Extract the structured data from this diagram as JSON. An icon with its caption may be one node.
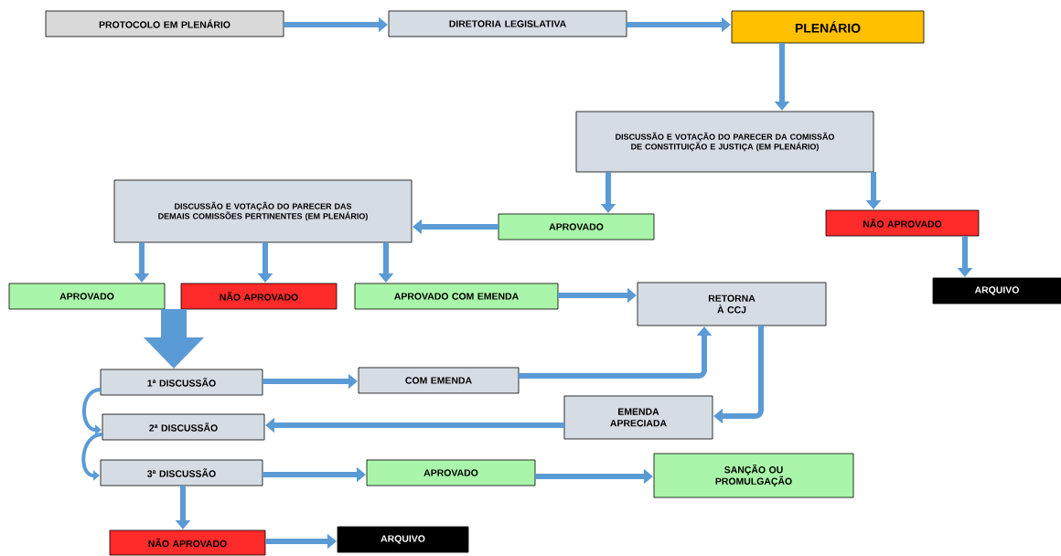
{
  "diagram": {
    "nodes": [
      {
        "text": [
          "PROTOCOLO EM PLENÁRIO"
        ]
      },
      {
        "text": [
          "DIRETORIA LEGISLATIVA"
        ]
      },
      {
        "text": [
          "PLENÁRIO"
        ]
      },
      {
        "text": [
          "DISCUSSÃO E VOTAÇÃO DO PARECER DA COMISSÃO DE CONSTITUIÇÃO E JUSTIÇA (EM PLENÁRIO)"
        ]
      },
      {
        "text": [
          "DISCUSSÃO E VOTAÇÃO DO PARECER DAS DEMAIS COMISSÕES PERTINENTES (EM PLENÁRIO)"
        ]
      },
      {
        "text": [
          "APROVADO"
        ]
      },
      {
        "text": [
          "NÃO APROVADO"
        ]
      },
      {
        "text": [
          "ARQUIVO"
        ]
      },
      {
        "text": [
          "APROVADO"
        ]
      },
      {
        "text": [
          "NÃO APROVADO"
        ]
      },
      {
        "text": [
          "APROVADO COM EMENDA"
        ]
      },
      {
        "text": [
          "RETORNA À CCJ"
        ]
      },
      {
        "text": [
          "1ª DISCUSSÃO"
        ]
      },
      {
        "text": [
          "COM EMENDA"
        ]
      },
      {
        "text": [
          "2ª DISCUSSÃO"
        ]
      },
      {
        "text": [
          "EMENDA APRECIADA"
        ]
      },
      {
        "text": [
          "3ª DISCUSSÃO"
        ]
      },
      {
        "text": [
          "APROVADO"
        ]
      },
      {
        "text": [
          "SANÇÃO OU PROMULGAÇÃO"
        ]
      },
      {
        "text": [
          "NÃO APROVADO"
        ]
      },
      {
        "text": [
          "ARQUIVO"
        ]
      }
    ],
    "edges": [
      {
        "from": 0,
        "to": 1,
        "arrow": "to"
      },
      {
        "from": 1,
        "to": 2,
        "arrow": "to"
      },
      {
        "from": 2,
        "to": 3,
        "arrow": "to"
      },
      {
        "from": 3,
        "to": 5,
        "arrow": "to"
      },
      {
        "from": 3,
        "to": 6,
        "arrow": "to"
      },
      {
        "from": 6,
        "to": 7,
        "arrow": "to"
      },
      {
        "from": 5,
        "to": 4,
        "arrow": "to"
      },
      {
        "from": 4,
        "to": 8,
        "arrow": "to"
      },
      {
        "from": 4,
        "to": 9,
        "arrow": "to"
      },
      {
        "from": 4,
        "to": 10,
        "arrow": "to"
      },
      {
        "from": 10,
        "to": 11,
        "arrow": "to"
      },
      {
        "from": 8,
        "to": 12,
        "arrow": "to",
        "style": "thick"
      },
      {
        "from": 12,
        "to": 13,
        "arrow": "to"
      },
      {
        "from": 13,
        "to": 11,
        "arrow": "to"
      },
      {
        "from": 11,
        "to": 15,
        "arrow": "to"
      },
      {
        "from": 15,
        "to": 14,
        "arrow": "to"
      },
      {
        "from": 12,
        "to": 14,
        "arrow": "to"
      },
      {
        "from": 14,
        "to": 16,
        "arrow": "to"
      },
      {
        "from": 16,
        "to": 17,
        "arrow": "to"
      },
      {
        "from": 17,
        "to": 18,
        "arrow": "to"
      },
      {
        "from": 16,
        "to": 19,
        "arrow": "to"
      },
      {
        "from": 19,
        "to": 20,
        "arrow": "to"
      }
    ]
  }
}
